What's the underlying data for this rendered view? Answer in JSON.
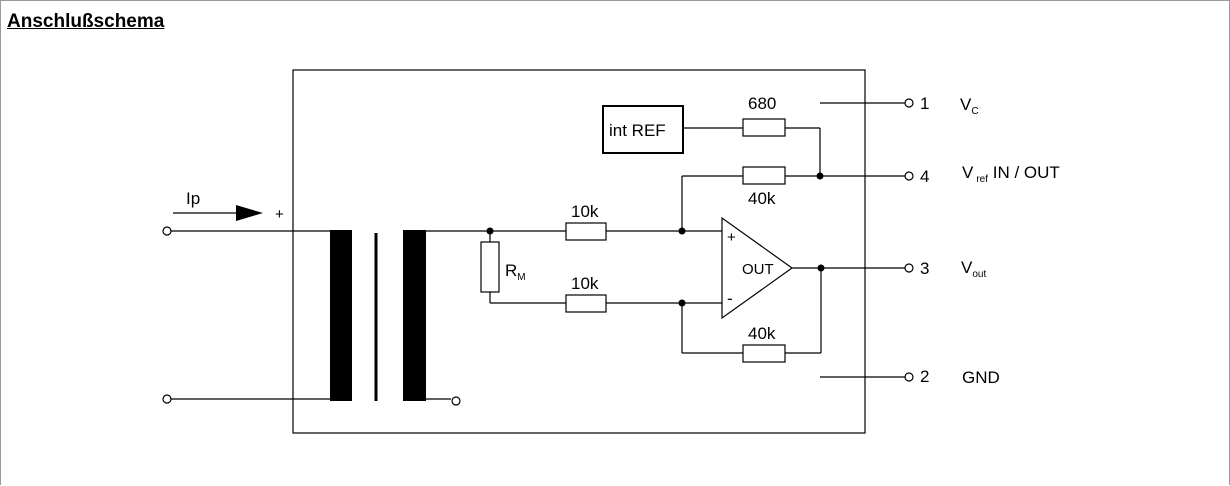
{
  "heading": "Anschlußschema",
  "labels": {
    "ip": "Ip",
    "plus_primary": "+",
    "rm_main": "R",
    "rm_sub": "M",
    "int_ref": "int  REF",
    "r_680": "680",
    "r_40k_top": "40k",
    "r_10k_top": "10k",
    "r_10k_bottom": "10k",
    "r_40k_bottom": "40k",
    "opamp_plus": "+",
    "opamp_minus": "-",
    "opamp_out": "OUT"
  },
  "pins": [
    {
      "num": "1",
      "main": "V",
      "sub": "C",
      "suffix": ""
    },
    {
      "num": "4",
      "main": "V",
      "sub": "ref",
      "suffix": " IN / OUT"
    },
    {
      "num": "3",
      "main": "V",
      "sub": "out",
      "suffix": ""
    },
    {
      "num": "2",
      "main": "GND",
      "sub": "",
      "suffix": ""
    }
  ]
}
